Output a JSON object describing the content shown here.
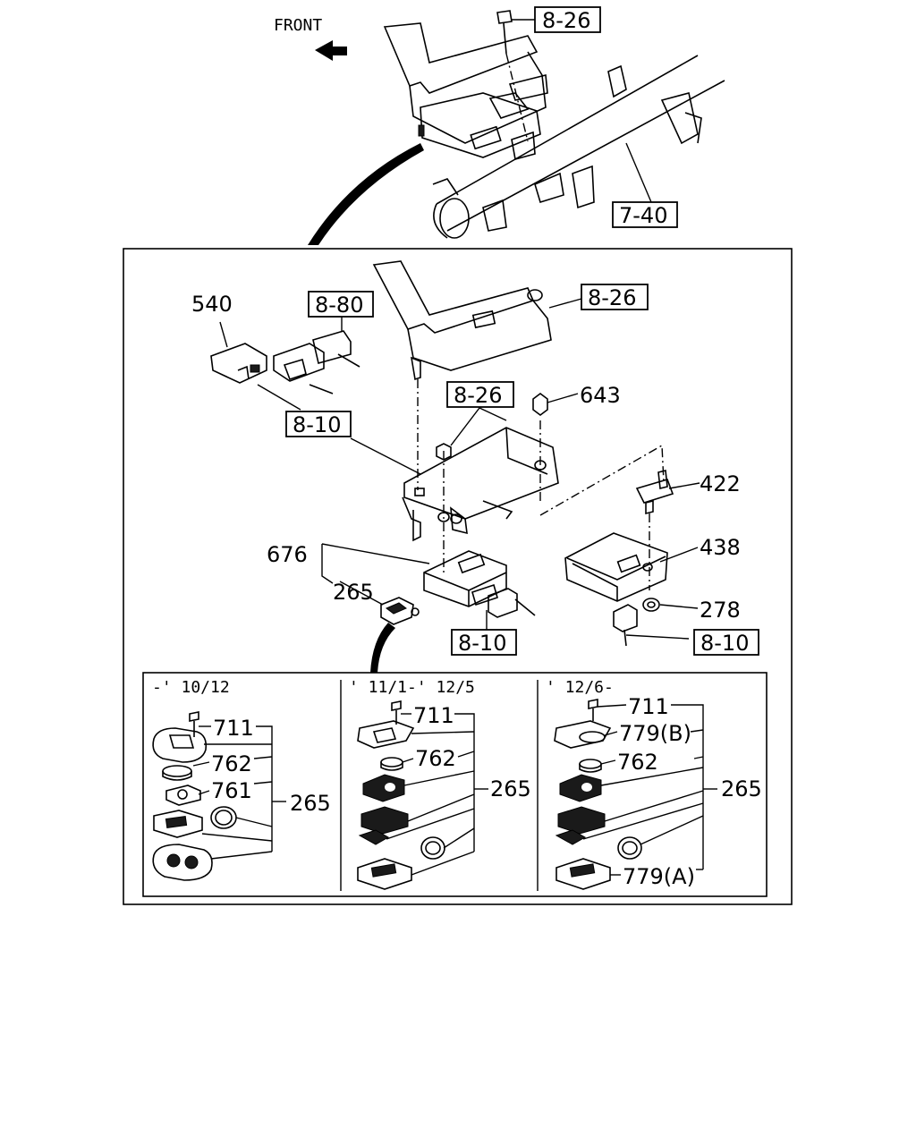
{
  "direction_label": "FRONT",
  "references": {
    "top_bolt": "8-26",
    "crossmember": "7-40",
    "bracket_upper": "8-26",
    "connector_80": "8-80",
    "harness_540": "8-10",
    "bracket_mid": "8-26",
    "harness_676": "8-10",
    "harness_438": "8-10"
  },
  "parts": {
    "p540": "540",
    "p643": "643",
    "p422": "422",
    "p438": "438",
    "p676": "676",
    "p265": "265",
    "p278": "278"
  },
  "panels": [
    {
      "period": "-' 10/12",
      "labels": {
        "a": "711",
        "b": "762",
        "c": "761",
        "group": "265"
      }
    },
    {
      "period": "' 11/1-' 12/5",
      "labels": {
        "a": "711",
        "b": "762",
        "group": "265"
      }
    },
    {
      "period": "' 12/6-",
      "labels": {
        "a": "711",
        "b": "779(B)",
        "c": "762",
        "group": "265",
        "d": "779(A)"
      }
    }
  ]
}
